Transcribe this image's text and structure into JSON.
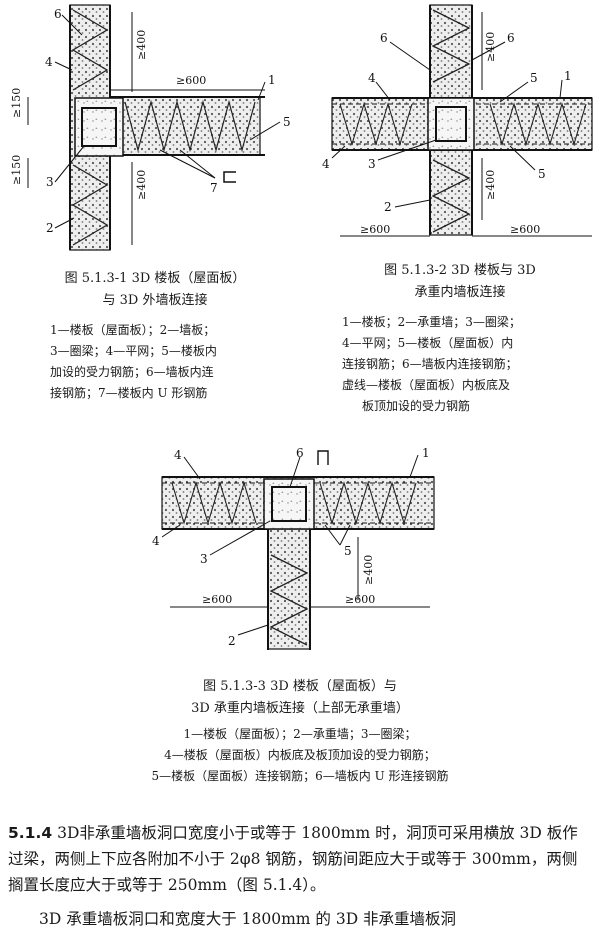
{
  "figures": [
    {
      "caption_line1": "图 5.1.3-1   3D 楼板（屋面板）",
      "caption_line2": "与 3D 外墙板连接",
      "legend_lines": [
        "1—楼板（屋面板）；2—墙板；",
        "3—圈梁；4—平网；5—楼板内",
        "加设的受力钢筋；6—墙板内连",
        "接钢筋；7—楼板内 U 形钢筋"
      ],
      "labels": {
        "n1": "1",
        "n2": "2",
        "n3": "3",
        "n4": "4",
        "n5": "5",
        "n6": "6",
        "n7": "7"
      },
      "dims": {
        "d400a": "≥400",
        "d600": "≥600",
        "d150a": "≥150",
        "d150b": "≥150",
        "d400b": "≥400"
      }
    },
    {
      "caption_line1": "图 5.1.3-2   3D 楼板与 3D",
      "caption_line2": "承重内墙板连接",
      "legend_lines": [
        "1—楼板；2—承重墙；3—圈梁；",
        "4—平网；5—楼板（屋面板）内",
        "连接钢筋；6—墙板内连接钢筋；",
        "虚线—楼板（屋面板）内板底及",
        "板顶加设的受力钢筋"
      ],
      "labels": {
        "n1": "1",
        "n2": "2",
        "n3": "3",
        "n4a": "4",
        "n4b": "4",
        "n5a": "5",
        "n5b": "5",
        "n6a": "6",
        "n6b": "6"
      },
      "dims": {
        "d400a": "≥400",
        "d400b": "≥400",
        "d600a": "≥600",
        "d600b": "≥600"
      }
    },
    {
      "caption_line1": "图 5.1.3-3   3D 楼板（屋面板）与",
      "caption_line2": "3D 承重内墙板连接（上部无承重墙）",
      "legend_lines": [
        "1—楼板（屋面板）；2—承重墙；3—圈梁；",
        "4—楼板（屋面板）内板底及板顶加设的受力钢筋；",
        "5—楼板（屋面板）连接钢筋；6—墙板内 U 形连接钢筋"
      ],
      "labels": {
        "n1": "1",
        "n2": "2",
        "n3": "3",
        "n4a": "4",
        "n4b": "4",
        "n5": "5",
        "n6": "6"
      },
      "dims": {
        "d400": "≥400",
        "d600a": "≥600",
        "d600b": "≥600"
      }
    }
  ],
  "section": {
    "number": "5.1.4",
    "para1": "3D非承重墙板洞口宽度小于或等于 1800mm 时，洞顶可采用横放 3D 板作过梁，两侧上下应各附加不小于 2φ8 钢筋，钢筋间距应大于或等于 300mm，两侧搁置长度应大于或等于 250mm（图 5.1.4）。",
    "para2": "3D 承重墙板洞口和宽度大于 1800mm 的 3D 非承重墙板洞"
  }
}
